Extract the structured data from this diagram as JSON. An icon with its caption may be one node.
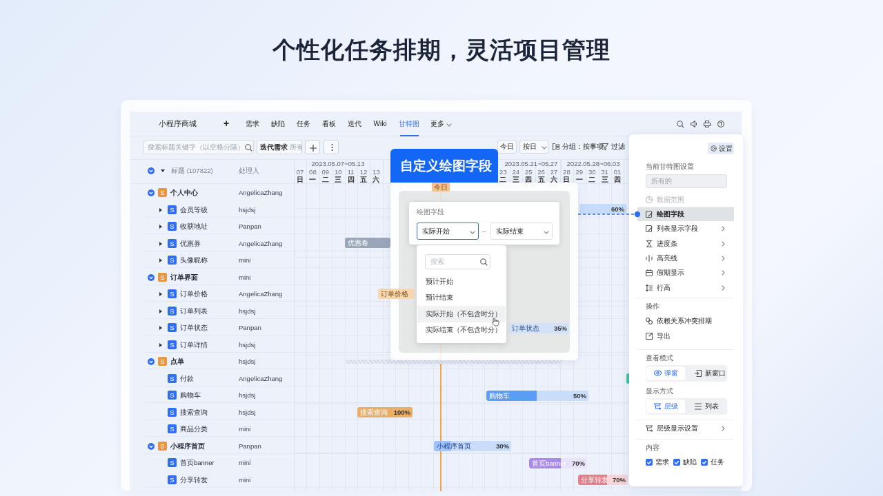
{
  "diagram": {
    "title": "个性化任务排期，灵活项目管理",
    "nodes": [
      {
        "text": [
          "小程序商城"
        ]
      },
      {
        "text": [
          "自定义绘图字段"
        ],
        "in": 0
      },
      {
        "text": [
          "绘图字段"
        ],
        "in": 1
      },
      {
        "text": [
          "实际开始"
        ],
        "in": 2
      },
      {
        "text": [
          "实际结束"
        ],
        "in": 2
      },
      {
        "text": [
          "预计开始",
          "预计结束",
          "实际开始（不包含时分）",
          "实际结束（不包含时分）"
        ],
        "in": 1
      },
      {
        "text": [
          "搜索"
        ],
        "in": 5
      },
      {
        "text": [
          "设置",
          "当前甘特图设置",
          "所有的",
          "数据范围",
          "列表显示字段",
          "进度条",
          "高亮线",
          "假期显示",
          "行高",
          "操作",
          "依赖关系冲突排期",
          "导出",
          "查看模式",
          "弹窗",
          "新窗口",
          "显示方式",
          "层级",
          "列表",
          "层级显示设置",
          "内容",
          "需求",
          "缺陷",
          "任务"
        ],
        "in": 0
      },
      {
        "text": [
          "绘图字段"
        ],
        "in": 7
      },
      {
        "text": [
          "今日"
        ],
        "in": 1
      },
      {
        "text": [
          "60%"
        ],
        "in": 0
      },
      {
        "text": [
          "优惠卷"
        ],
        "in": 0
      },
      {
        "text": [
          "订单价格"
        ],
        "in": 0
      },
      {
        "text": [
          "订单状态",
          "35%"
        ],
        "in": 1
      },
      {
        "text": [
          "购物车",
          "50%"
        ],
        "in": 0
      },
      {
        "text": [
          "搜索查询",
          "100%"
        ],
        "in": 0
      },
      {
        "text": [
          "小程序首页",
          "30%"
        ],
        "in": 0
      },
      {
        "text": [
          "首页banner",
          "70%"
        ],
        "in": 0
      },
      {
        "text": [
          "分享转发",
          "70%"
        ],
        "in": 0
      },
      {
        "text": [],
        "shape": "bar",
        "in": 0
      },
      {
        "text": [],
        "shape": "bar",
        "in": 0
      }
    ],
    "edges": [
      {
        "from": 1,
        "to": 8,
        "arrow": "other",
        "style": "dashed"
      }
    ],
    "labels": [
      "+",
      "需求",
      "缺陷",
      "任务",
      "看板",
      "迭代",
      "Wiki",
      "甘特图",
      "更多",
      "搜索标题关键字（以空格分隔）",
      "迭代需求",
      "所有",
      "今日",
      "按日",
      "分组：按事项",
      "过滤",
      "标题 (107822)",
      "处理人",
      "2023.05.07~05.13",
      "2023.05.21~05.27",
      "2022.05.28~06.03",
      "07",
      "08",
      "09",
      "10",
      "11",
      "12",
      "13",
      "23",
      "24",
      "25",
      "26",
      "27",
      "28",
      "29",
      "30",
      "31",
      "01",
      "日",
      "一",
      "二",
      "三",
      "四",
      "五",
      "六",
      "二",
      "三",
      "四",
      "五",
      "六",
      "日",
      "一",
      "二",
      "三",
      "四",
      "S",
      "个人中心",
      "AngelicaZhang",
      "S",
      "会员等级",
      "hsjdsj",
      "S",
      "收获地址",
      "Panpan",
      "S",
      "优惠券",
      "AngelicaZhang",
      "S",
      "头像昵称",
      "mini",
      "S",
      "订单界面",
      "mini",
      "S",
      "订单价格",
      "AngelicaZhang",
      "S",
      "订单列表",
      "hsjdsj",
      "S",
      "订单状态",
      "Panpan",
      "S",
      "订单详情",
      "hsjdsj",
      "S",
      "点单",
      "hsjdsj",
      "S",
      "付款",
      "AngelicaZhang",
      "S",
      "购物车",
      "hsjdsj",
      "S",
      "搜索查询",
      "hsjdsj",
      "S",
      "商品分类",
      "mini",
      "S",
      "小程序首页",
      "Panpan",
      "S",
      "首页banner",
      "mini",
      "S",
      "分享转发",
      "mini",
      "–"
    ]
  }
}
